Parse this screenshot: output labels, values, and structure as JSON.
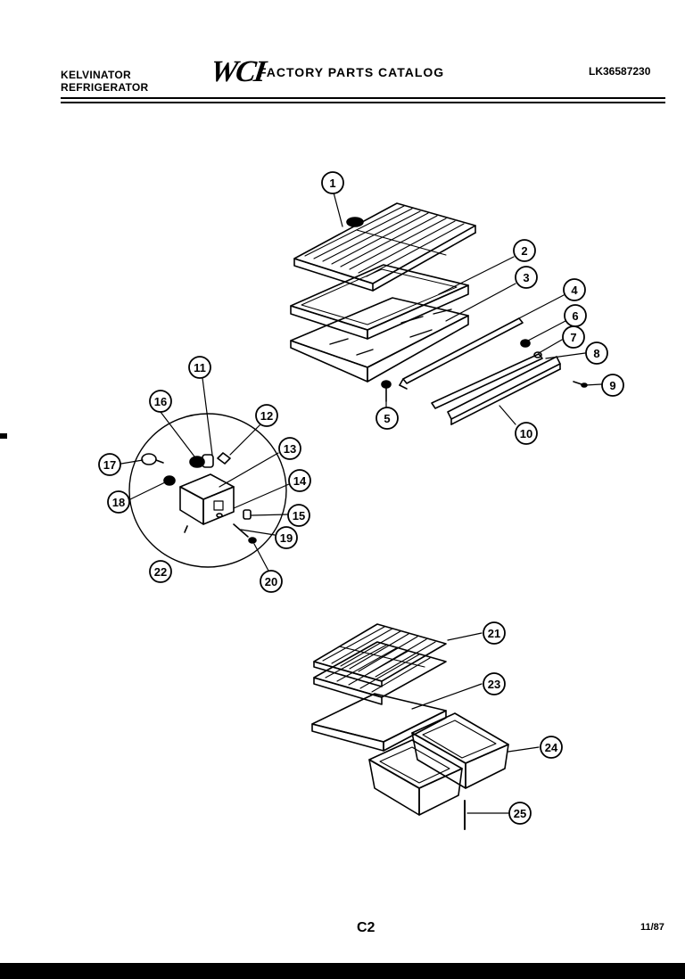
{
  "header": {
    "brand_line1": "KELVINATOR",
    "brand_line2": "REFRIGERATOR",
    "logo": "WCI",
    "title": "FACTORY PARTS CATALOG",
    "model": "LK36587230"
  },
  "footer": {
    "page_code": "C2",
    "date": "11/87"
  },
  "callouts": [
    "1",
    "2",
    "3",
    "4",
    "5",
    "6",
    "7",
    "8",
    "9",
    "10",
    "11",
    "12",
    "13",
    "14",
    "15",
    "16",
    "17",
    "18",
    "19",
    "20",
    "21",
    "22",
    "23",
    "24",
    "25"
  ]
}
